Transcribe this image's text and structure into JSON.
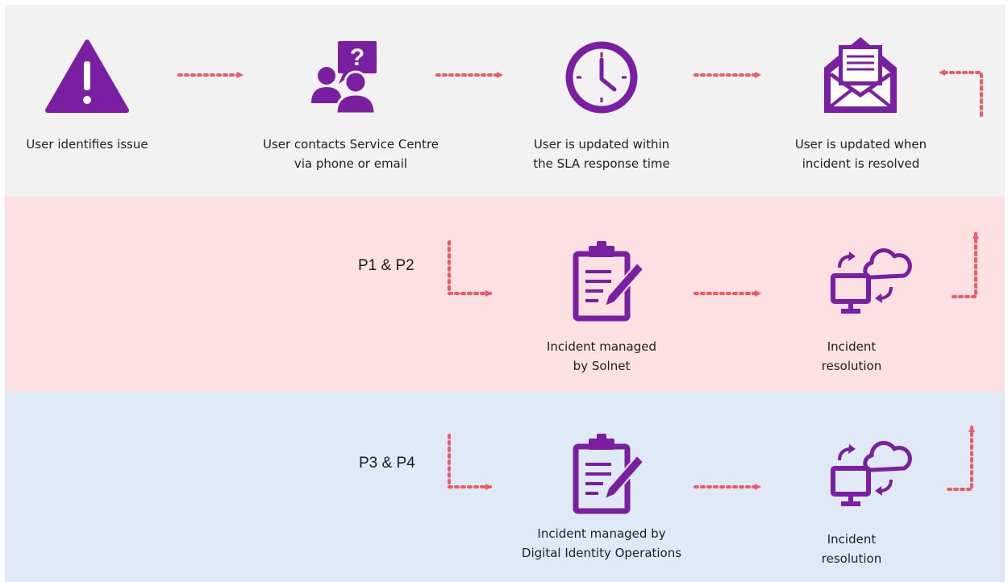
{
  "colors": {
    "icon_purple": "#7a1fa2",
    "arrow_red": "#ee5a66",
    "band_user": "#f2f2f2",
    "band_p1_p2": "#fde1e2",
    "band_p3_p4": "#dfeaf6"
  },
  "user_flow": {
    "steps": [
      {
        "icon": "warning-triangle-icon",
        "lines": [
          "User identifies issue"
        ]
      },
      {
        "icon": "users-question-icon",
        "lines": [
          "User contacts Service Centre",
          "via phone or email"
        ]
      },
      {
        "icon": "clock-icon",
        "lines": [
          "User is updated within",
          "the SLA response time"
        ]
      },
      {
        "icon": "envelope-letter-icon",
        "lines": [
          "User is updated when",
          "incident is resolved"
        ]
      }
    ]
  },
  "p1_p2": {
    "label": "P1 & P2",
    "managed": {
      "icon": "clipboard-pencil-icon",
      "lines": [
        "Incident managed",
        "by Solnet"
      ]
    },
    "resolution": {
      "icon": "cloud-sync-icon",
      "lines": [
        "Incident",
        "resolution"
      ]
    }
  },
  "p3_p4": {
    "label": "P3 & P4",
    "managed": {
      "icon": "clipboard-pencil-icon",
      "lines": [
        "Incident managed by",
        "Digital Identity Operations"
      ]
    },
    "resolution": {
      "icon": "cloud-sync-icon",
      "lines": [
        "Incident",
        "resolution"
      ]
    }
  }
}
